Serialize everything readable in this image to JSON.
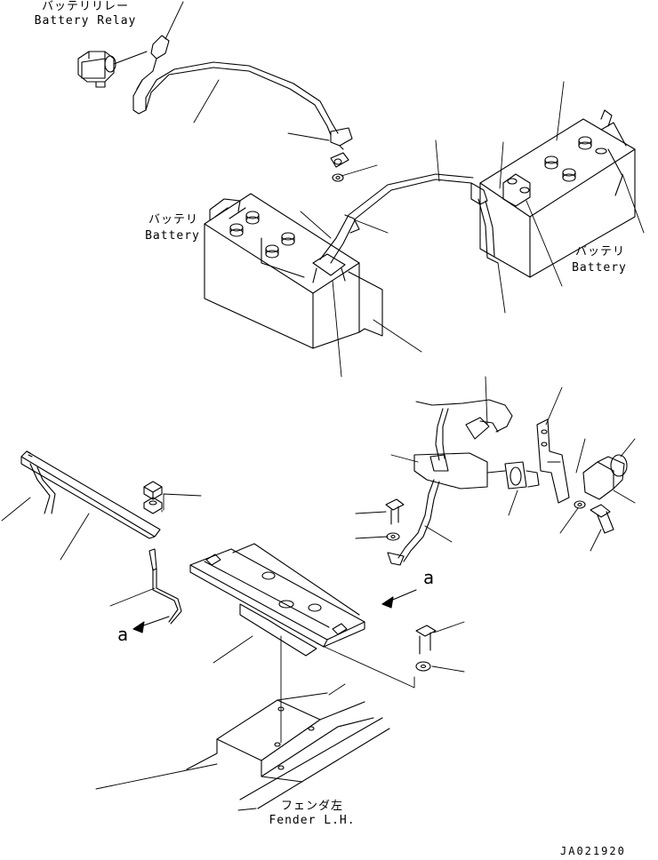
{
  "labels": {
    "battery_relay_jp": "バッテリリレー",
    "battery_relay_en": "Battery Relay",
    "battery_left_jp": "バッテリ",
    "battery_left_en": "Battery",
    "battery_right_jp": "バッテリ",
    "battery_right_en": "Battery",
    "view_a_lower": "a",
    "view_a_right": "a",
    "fender_jp": "フェンダ左",
    "fender_en": "Fender L.H.",
    "drawing_code": "JA021920"
  },
  "colors": {
    "ink": "#000000",
    "paper": "#ffffff"
  }
}
